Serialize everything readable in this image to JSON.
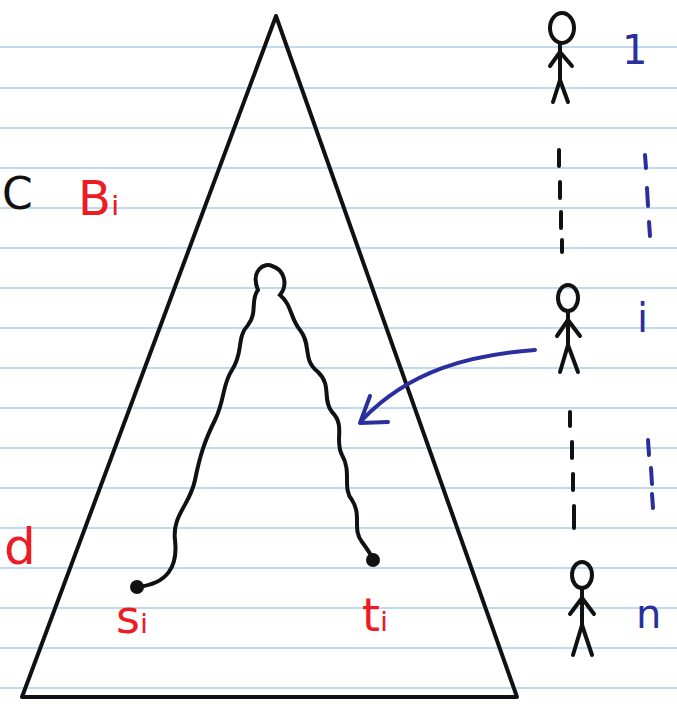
{
  "diagram": {
    "labels": [
      "C",
      "Bᵢ",
      "d",
      "sᵢ",
      "tᵢ",
      "1",
      "i",
      "n"
    ]
  }
}
